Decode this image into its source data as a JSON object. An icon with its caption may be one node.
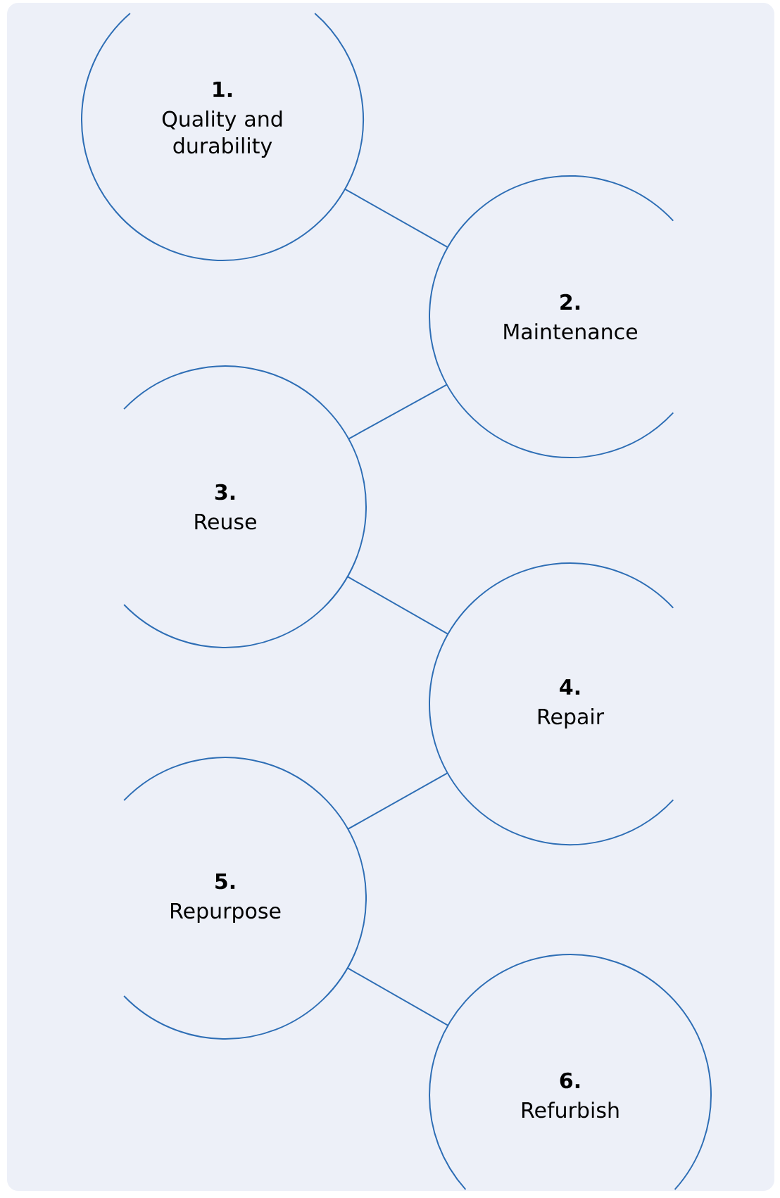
{
  "diagram": {
    "nodes": [
      {
        "text": [
          "1.",
          "Quality and durability"
        ]
      },
      {
        "text": [
          "2.",
          "Maintenance"
        ]
      },
      {
        "text": [
          "3.",
          "Reuse"
        ]
      },
      {
        "text": [
          "4.",
          "Repair"
        ]
      },
      {
        "text": [
          "5.",
          "Repurpose"
        ]
      },
      {
        "text": [
          "6.",
          "Refurbish"
        ]
      }
    ],
    "edges": [
      {
        "from": 0,
        "to": 1,
        "arrow": "none"
      },
      {
        "from": 1,
        "to": 2,
        "arrow": "none"
      },
      {
        "from": 2,
        "to": 3,
        "arrow": "none"
      },
      {
        "from": 3,
        "to": 4,
        "arrow": "none"
      },
      {
        "from": 4,
        "to": 5,
        "arrow": "none"
      }
    ]
  }
}
